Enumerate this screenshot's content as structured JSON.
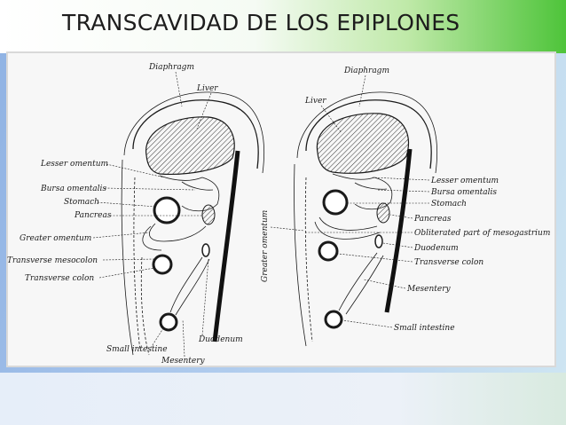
{
  "slide": {
    "title": "TRANSCAVIDAD DE LOS EPIPLONES"
  },
  "figure_left": {
    "labels": {
      "diaphragm": "Diaphragm",
      "liver": "Liver",
      "lesser_omentum": "Lesser omentum",
      "bursa_omentalis": "Bursa omentalis",
      "stomach": "Stomach",
      "pancreas": "Pancreas",
      "greater_omentum": "Greater omentum",
      "transverse_mesocolon": "Transverse mesocolon",
      "transverse_colon": "Transverse colon",
      "small_intestine": "Small intestine",
      "duodenum": "Duodenum",
      "mesentery": "Mesentery"
    }
  },
  "figure_right": {
    "labels": {
      "diaphragm": "Diaphragm",
      "liver": "Liver",
      "greater_omentum": "Greater omentum",
      "lesser_omentum": "Lesser omentum",
      "bursa_omentalis": "Bursa omentalis",
      "stomach": "Stomach",
      "pancreas": "Pancreas",
      "obliterated_mesogastrium": "Obliterated part of mesogastrium",
      "duodenum": "Duodenum",
      "transverse_colon": "Transverse colon",
      "mesentery": "Mesentery",
      "small_intestine": "Small intestine"
    }
  }
}
